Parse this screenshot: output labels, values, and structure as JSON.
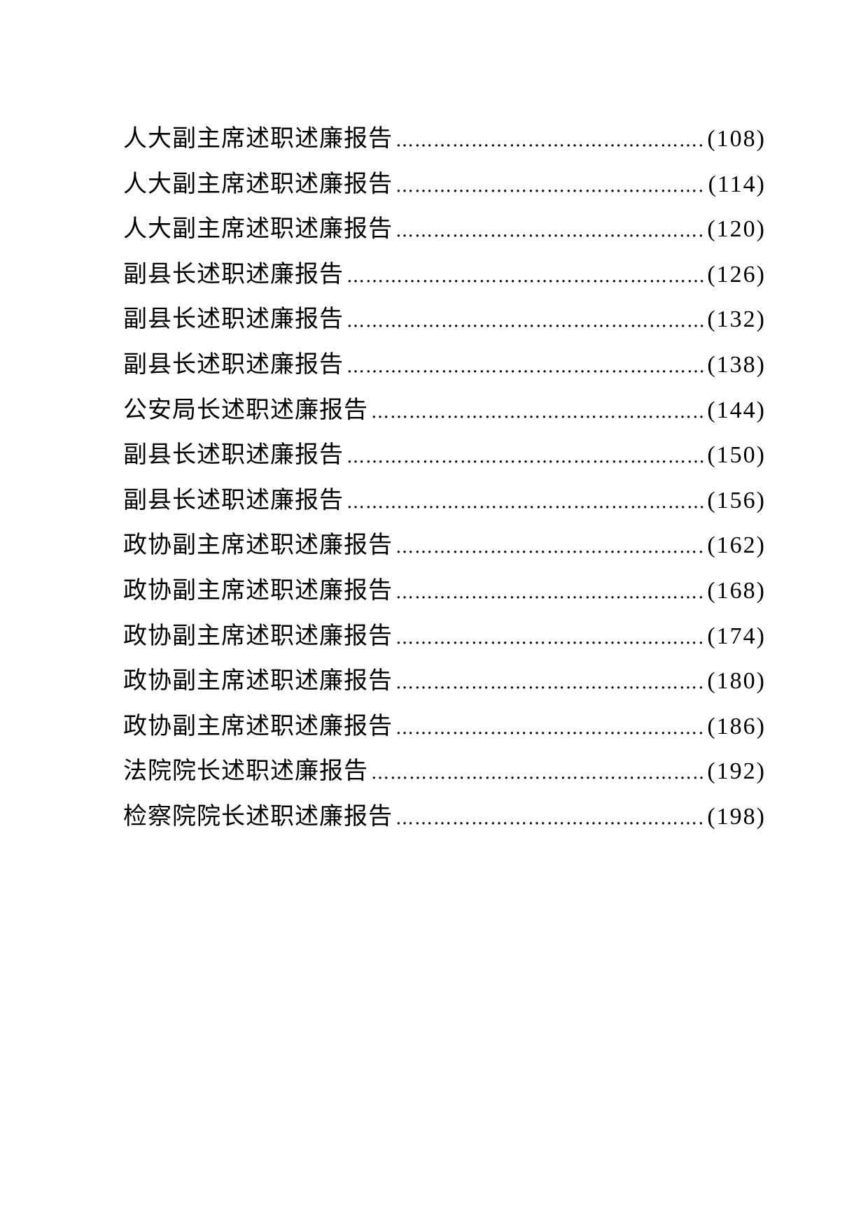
{
  "toc": {
    "entries": [
      {
        "title": "人大副主席述职述廉报告",
        "page": "(108)"
      },
      {
        "title": "人大副主席述职述廉报告",
        "page": "(114)"
      },
      {
        "title": "人大副主席述职述廉报告",
        "page": "(120)"
      },
      {
        "title": "副县长述职述廉报告",
        "page": "(126)"
      },
      {
        "title": "副县长述职述廉报告",
        "page": "(132)"
      },
      {
        "title": "副县长述职述廉报告",
        "page": "(138)"
      },
      {
        "title": "公安局长述职述廉报告",
        "page": "(144)"
      },
      {
        "title": "副县长述职述廉报告",
        "page": "(150)"
      },
      {
        "title": "副县长述职述廉报告",
        "page": "(156)"
      },
      {
        "title": "政协副主席述职述廉报告",
        "page": "(162)"
      },
      {
        "title": "政协副主席述职述廉报告",
        "page": "(168)"
      },
      {
        "title": "政协副主席述职述廉报告",
        "page": "(174)"
      },
      {
        "title": "政协副主席述职述廉报告",
        "page": "(180)"
      },
      {
        "title": "政协副主席述职述廉报告",
        "page": "(186)"
      },
      {
        "title": "法院院长述职述廉报告",
        "page": "(192)"
      },
      {
        "title": "检察院院长述职述廉报告",
        "page": "(198)"
      }
    ]
  }
}
